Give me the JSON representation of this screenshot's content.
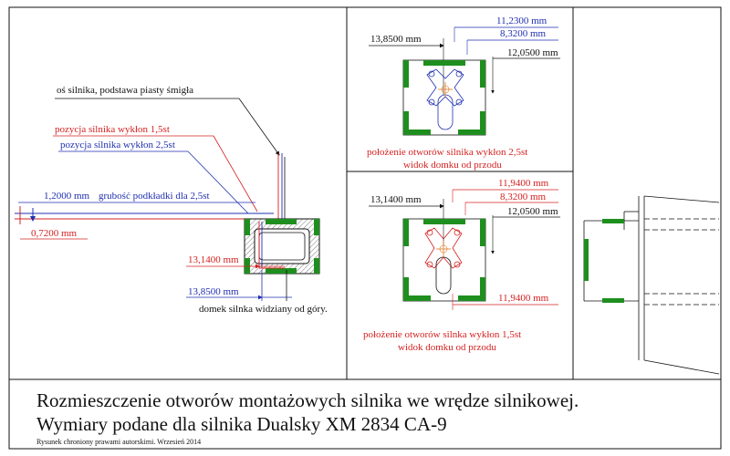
{
  "colors": {
    "line": "#111111",
    "red": "#d42020",
    "blue": "#1f2fb0",
    "green": "#1e8f1e"
  },
  "side_view": {
    "axis_label": "oś silnika, podstawa piasty śmigła",
    "pos_red": "pozycja  silnika wykłon 1,5st",
    "pos_blue": "pozycja silnika wykłon 2,5st",
    "shim_value": "1,2000 mm",
    "shim_text": "grubość podkładki dla 2,5st",
    "dim_red_small": "0,7200 mm",
    "dim_red": "13,1400 mm",
    "dim_blue": "13,8500 mm",
    "caption": "domek silnka widziany od góry."
  },
  "front_view_top": {
    "dim_left": "13,8500 mm",
    "dim_top": "11,2300 mm",
    "dim_mid": "8,3200 mm",
    "dim_right": "12,0500 mm",
    "caption_line1": "położenie otworów silnika wykłon 2,5st",
    "caption_line2": "widok domku od przodu"
  },
  "front_view_bottom": {
    "dim_left": "13,1400 mm",
    "dim_top": "11,9400 mm",
    "dim_mid": "8,3200 mm",
    "dim_right": "12,0500 mm",
    "dim_bottom": "11,9400 mm",
    "caption_line1": "położenie otworów silnka wykłon 1,5st",
    "caption_line2": "widok domku od przodu"
  },
  "title": {
    "line1": "Rozmieszczenie otworów montażowych silnika we wrędze silnikowej.",
    "line2": "Wymiary podane dla silnika Dualsky XM 2834 CA-9",
    "copyright": "Rysunek chroniony prawami autorskimi. Wrzesień 2014"
  }
}
